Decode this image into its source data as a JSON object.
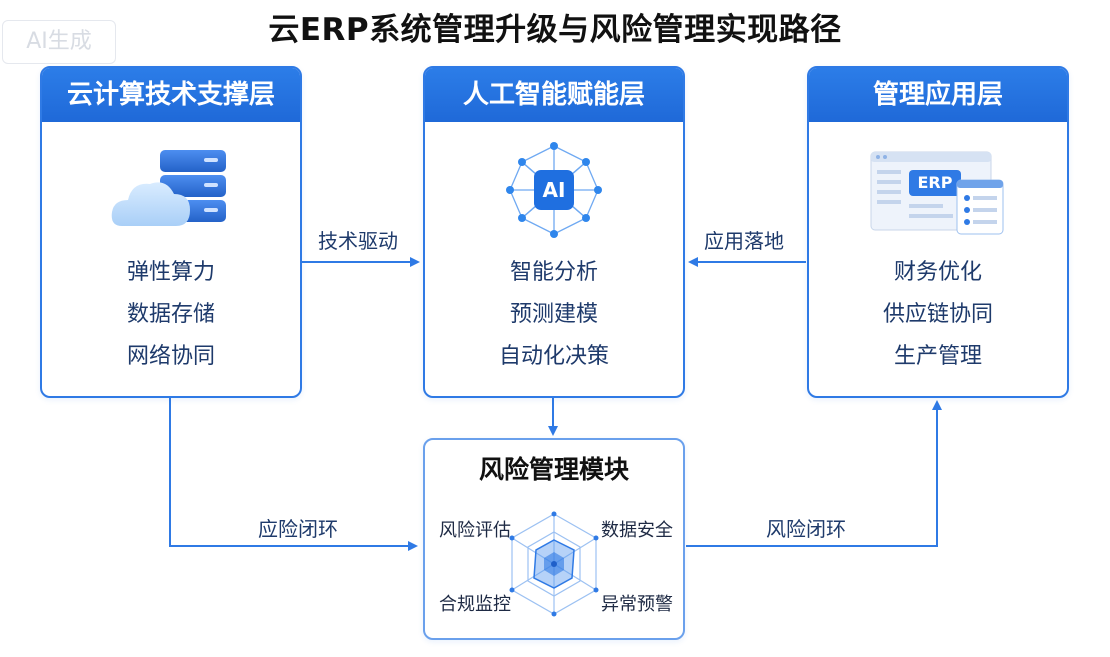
{
  "title": "云ERP系统管理升级与风险管理实现路径",
  "watermark": "AI生成",
  "panels": {
    "cloud": {
      "title": "云计算技术支撑层",
      "items": [
        "弹性算力",
        "数据存储",
        "网络协同"
      ]
    },
    "ai": {
      "title": "人工智能赋能层",
      "items": [
        "智能分析",
        "预测建模",
        "自动化决策"
      ],
      "icon_text": "AI"
    },
    "mgmt": {
      "title": "管理应用层",
      "items": [
        "财务优化",
        "供应链协同",
        "生产管理"
      ],
      "icon_text": "ERP"
    },
    "risk": {
      "title": "风险管理模块",
      "radar_labels": [
        "风险评估",
        "数据安全",
        "合规监控",
        "异常预警"
      ]
    }
  },
  "connectors": {
    "tech_drive": "技术驱动",
    "app_landing": "应用落地",
    "loop_left": "应险闭环",
    "loop_right": "风险闭环"
  },
  "colors": {
    "primary": "#2f7ae5",
    "text": "#1e3a6b"
  },
  "icons": [
    "cloud-server-icon",
    "ai-network-icon",
    "erp-window-icon",
    "radar-chart-icon"
  ]
}
